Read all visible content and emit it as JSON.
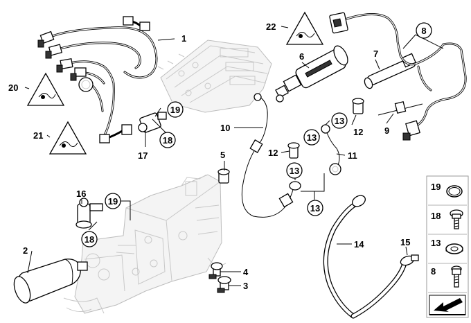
{
  "diagram": {
    "callouts": [
      {
        "id": "c1",
        "text": "1"
      },
      {
        "id": "c2",
        "text": "2"
      },
      {
        "id": "c3",
        "text": "3"
      },
      {
        "id": "c4",
        "text": "4"
      },
      {
        "id": "c5",
        "text": "5"
      },
      {
        "id": "c6",
        "text": "6"
      },
      {
        "id": "c7",
        "text": "7"
      },
      {
        "id": "c8",
        "text": "8"
      },
      {
        "id": "c9",
        "text": "9"
      },
      {
        "id": "c10",
        "text": "10"
      },
      {
        "id": "c11",
        "text": "11"
      },
      {
        "id": "c12a",
        "text": "12"
      },
      {
        "id": "c12b",
        "text": "12"
      },
      {
        "id": "c13a",
        "text": "13"
      },
      {
        "id": "c13b",
        "text": "13"
      },
      {
        "id": "c13c",
        "text": "13"
      },
      {
        "id": "c13d",
        "text": "13"
      },
      {
        "id": "c14",
        "text": "14"
      },
      {
        "id": "c15",
        "text": "15"
      },
      {
        "id": "c16",
        "text": "16"
      },
      {
        "id": "c17",
        "text": "17"
      },
      {
        "id": "c18a",
        "text": "18"
      },
      {
        "id": "c18b",
        "text": "18"
      },
      {
        "id": "c19a",
        "text": "19"
      },
      {
        "id": "c19b",
        "text": "19"
      },
      {
        "id": "c20",
        "text": "20"
      },
      {
        "id": "c21",
        "text": "21"
      },
      {
        "id": "c22",
        "text": "22"
      }
    ],
    "legend": [
      {
        "id": "l19",
        "text": "19",
        "icon": "o-ring-icon"
      },
      {
        "id": "l18",
        "text": "18",
        "icon": "bolt-icon"
      },
      {
        "id": "l13",
        "text": "13",
        "icon": "sealing-washer-icon"
      },
      {
        "id": "l8",
        "text": "8",
        "icon": "screw-icon"
      }
    ],
    "icons": [
      "warning-triangle-icon",
      "arrow-icon"
    ]
  }
}
